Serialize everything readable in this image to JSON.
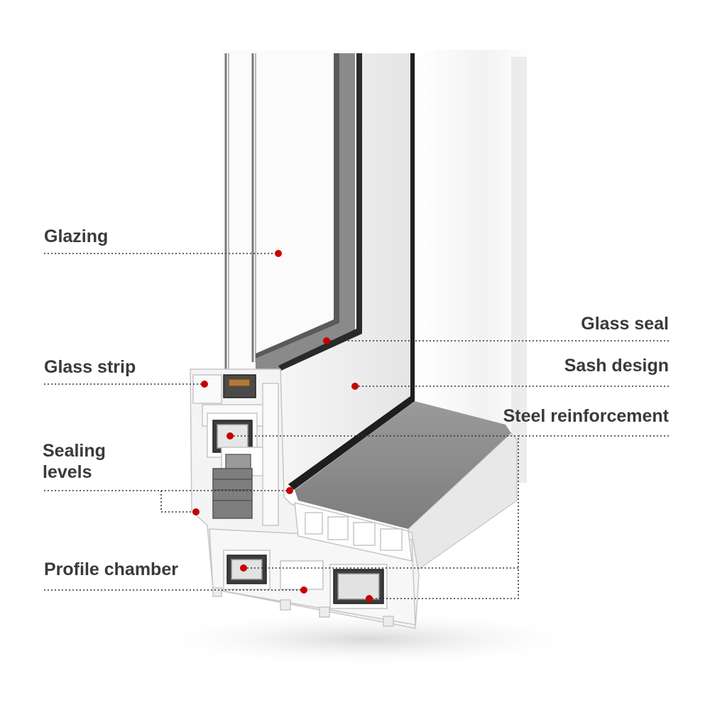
{
  "labels": {
    "glazing": "Glazing",
    "glass_seal": "Glass seal",
    "glass_strip": "Glass strip",
    "sash_design": "Sash design",
    "steel_reinforcement": "Steel reinforcement",
    "sealing_levels_line1": "Sealing",
    "sealing_levels_line2": "levels",
    "profile_chamber": "Profile chamber"
  },
  "colors": {
    "marker": "#c80000",
    "label_text": "#3a3a3a",
    "sill_top": "#8e8e8e",
    "gasket": "#2a2a2a"
  }
}
